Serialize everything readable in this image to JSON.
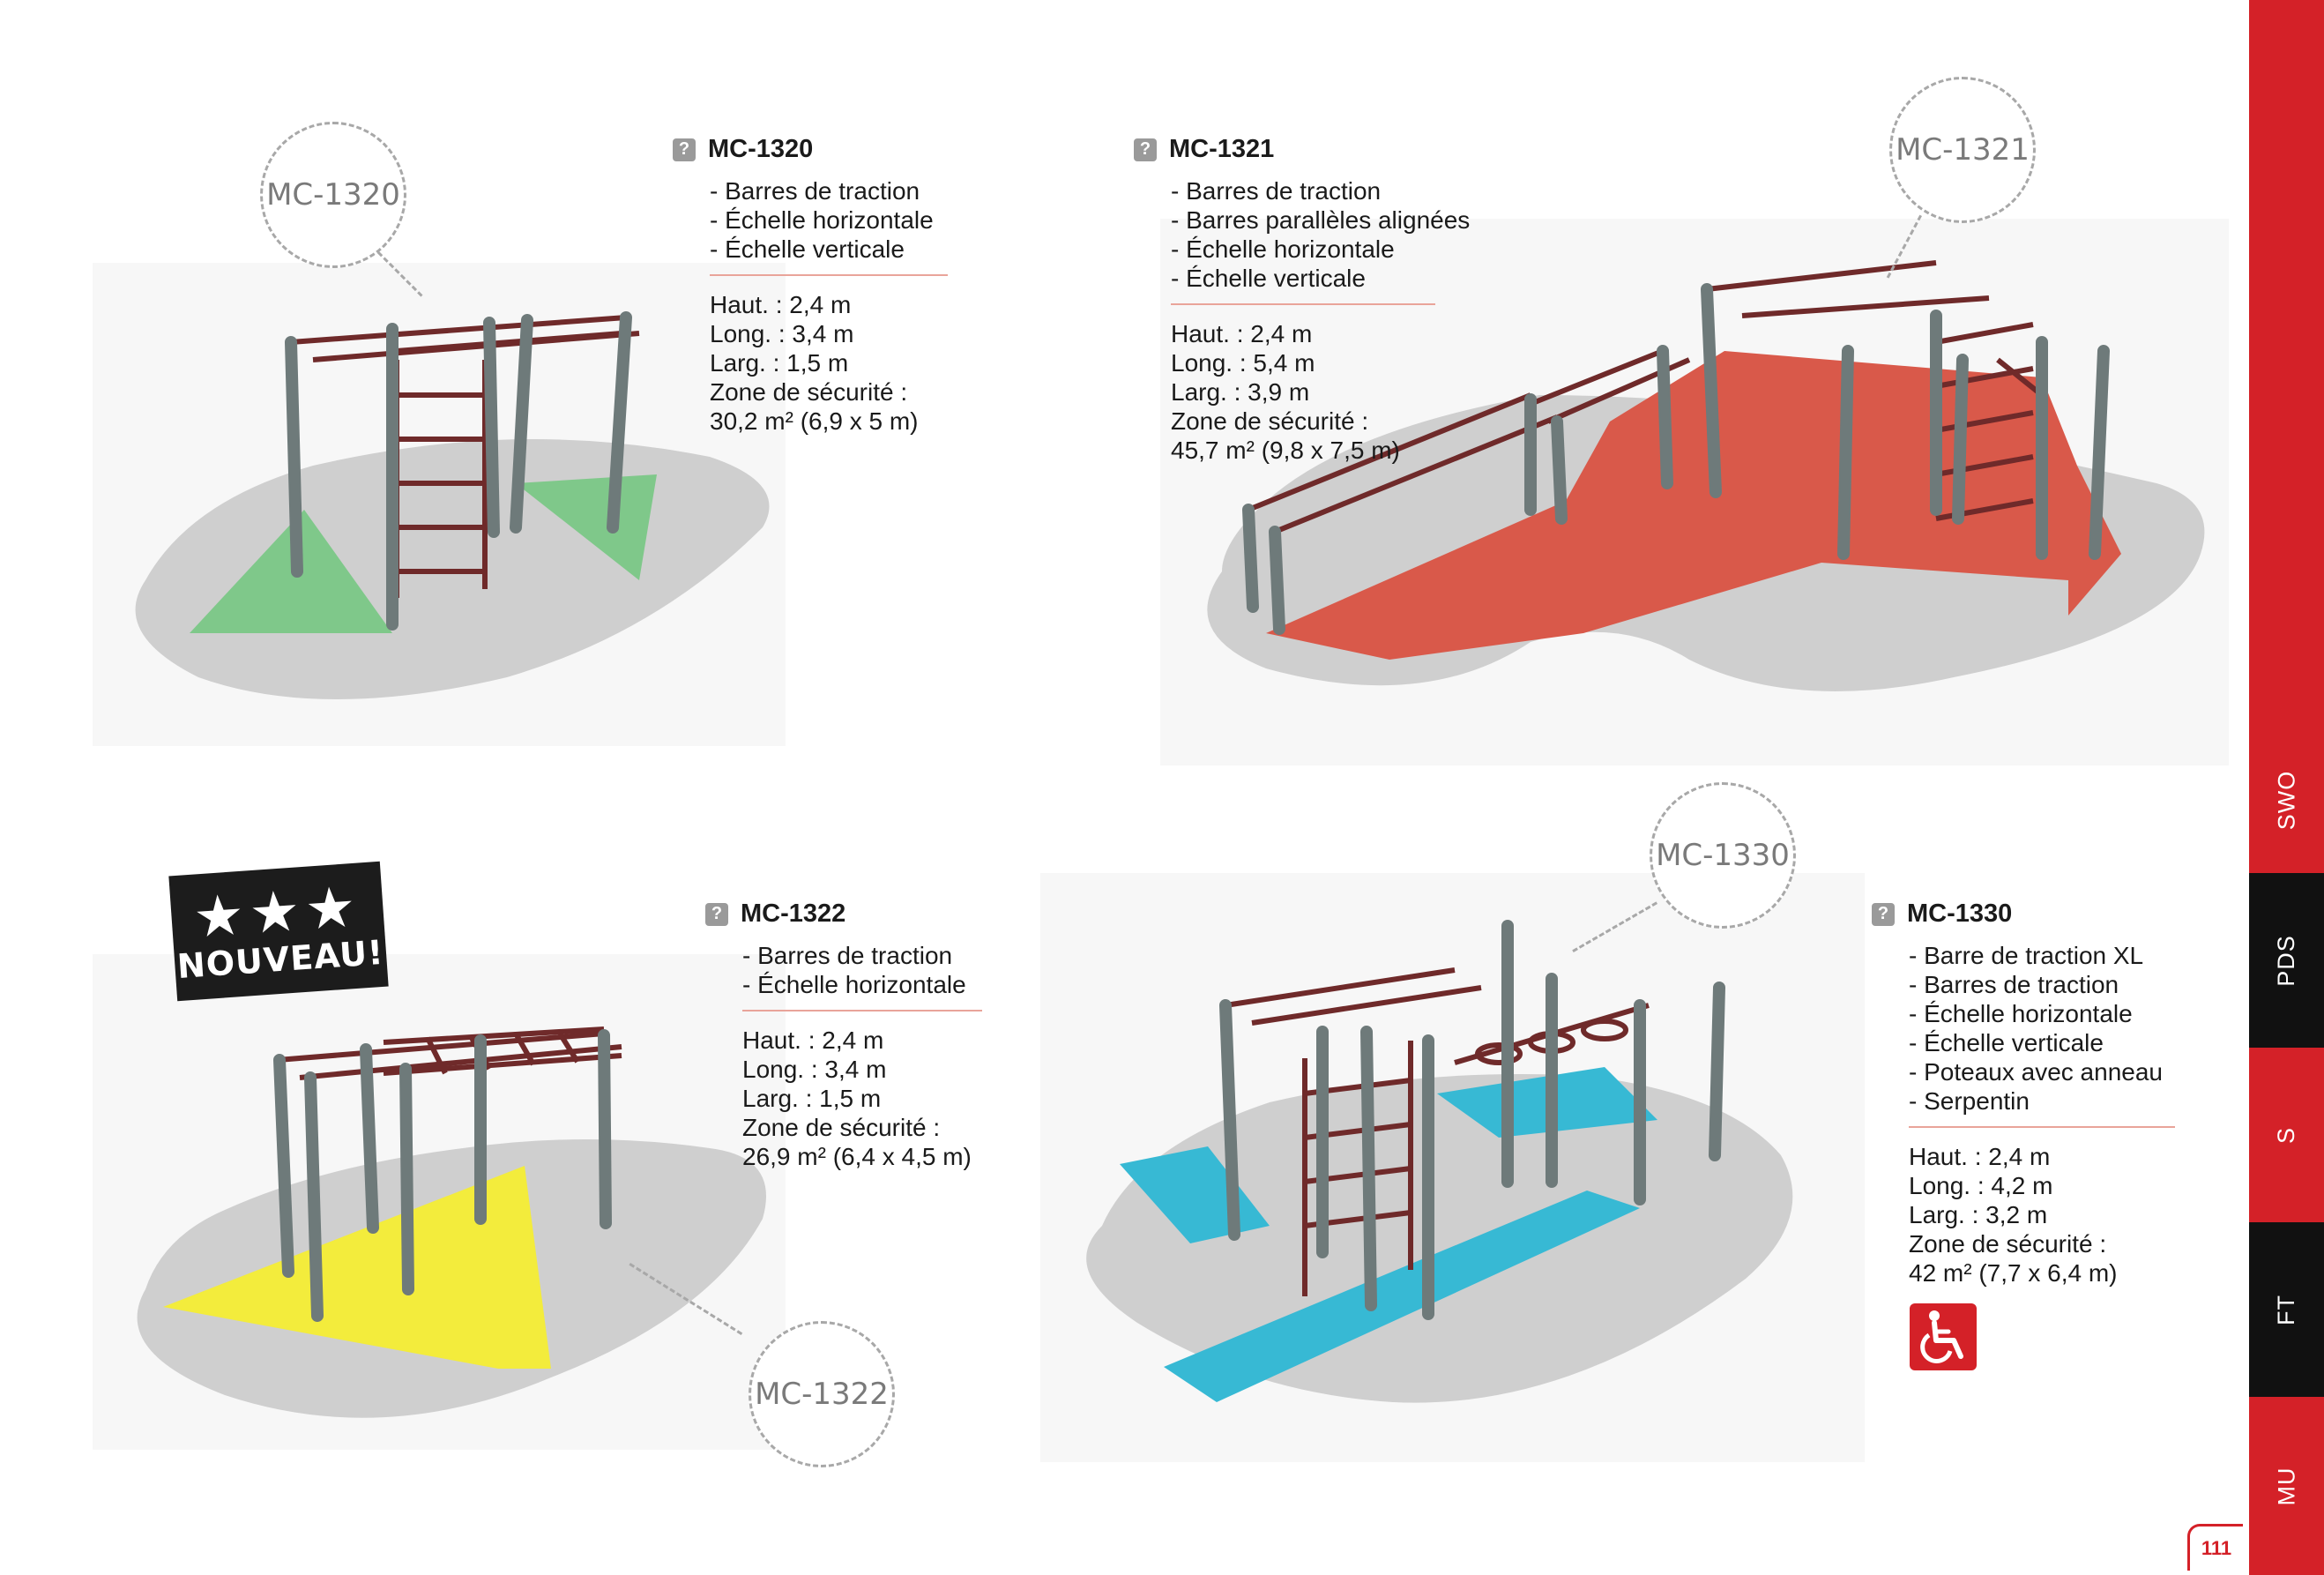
{
  "page_number": "111",
  "side_tabs": [
    {
      "label": "SWO",
      "color": "#d42128"
    },
    {
      "label": "PDS",
      "color": "#111111"
    },
    {
      "label": "S",
      "color": "#d42128"
    },
    {
      "label": "FT",
      "color": "#111111"
    },
    {
      "label": "MU",
      "color": "#d42128"
    }
  ],
  "badge": {
    "stars": "★★★",
    "text": "NOUVEAU!"
  },
  "colors": {
    "accent": "#d42128",
    "rule": "#e9a49a",
    "green_zone": "#7fc88a",
    "red_zone": "#d9594a",
    "yellow_zone": "#f3ec3c",
    "blue_zone": "#37b9d4"
  },
  "products": [
    {
      "code": "MC-1320",
      "callout": "MC-1320",
      "features": [
        "- Barres de traction",
        "- Échelle horizontale",
        "- Échelle verticale"
      ],
      "dims": [
        "Haut.  : 2,4 m",
        "Long. :  3,4 m",
        "Larg.  :  1,5 m",
        "Zone de sécurité :",
        "30,2 m² (6,9 x 5 m)"
      ]
    },
    {
      "code": "MC-1321",
      "callout": "MC-1321",
      "features": [
        "- Barres de traction",
        "- Barres parallèles alignées",
        "- Échelle horizontale",
        "- Échelle verticale"
      ],
      "dims": [
        "Haut.  : 2,4 m",
        "Long. :  5,4 m",
        "Larg.  :  3,9 m",
        "Zone de sécurité :",
        "45,7 m² (9,8 x 7,5 m)"
      ]
    },
    {
      "code": "MC-1322",
      "callout": "MC-1322",
      "features": [
        "- Barres de traction",
        "- Échelle horizontale"
      ],
      "dims": [
        "Haut.  : 2,4 m",
        "Long. :  3,4 m",
        "Larg.  :  1,5 m",
        "Zone de sécurité :",
        "26,9 m² (6,4 x 4,5 m)"
      ]
    },
    {
      "code": "MC-1330",
      "callout": "MC-1330",
      "features": [
        "- Barre de traction XL",
        "- Barres de traction",
        "- Échelle horizontale",
        "- Échelle verticale",
        "- Poteaux avec anneau",
        "- Serpentin"
      ],
      "dims": [
        "Haut.  : 2,4 m",
        "Long. :  4,2 m",
        "Larg.  :  3,2 m",
        "Zone de sécurité :",
        "42 m² (7,7 x 6,4 m)"
      ]
    }
  ],
  "icons": {
    "help": "question-icon",
    "accessibility": "wheelchair-icon",
    "star": "star-icon"
  },
  "help_glyph": "?"
}
